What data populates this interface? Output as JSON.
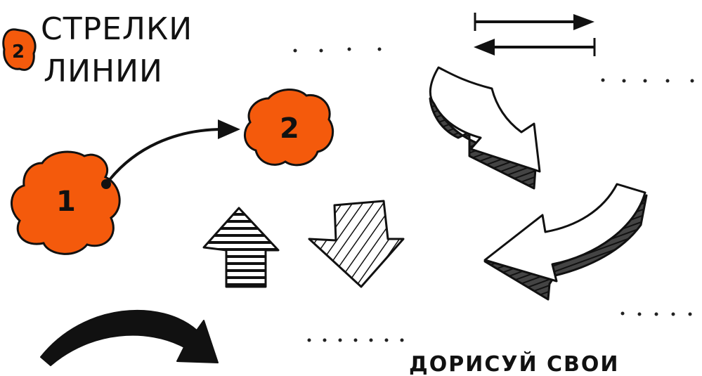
{
  "header": {
    "badge_number": "2",
    "title_line1": "СТРЕЛКИ",
    "title_line2": "ЛИНИИ"
  },
  "bubbles": [
    {
      "id": "bubble-1",
      "number": "1"
    },
    {
      "id": "bubble-2",
      "number": "2"
    }
  ],
  "footer": {
    "caption": "ДОРИСУЙ СВОИ"
  },
  "colors": {
    "accent": "#F45A0C",
    "ink": "#111111",
    "background": "#FFFFFF"
  }
}
